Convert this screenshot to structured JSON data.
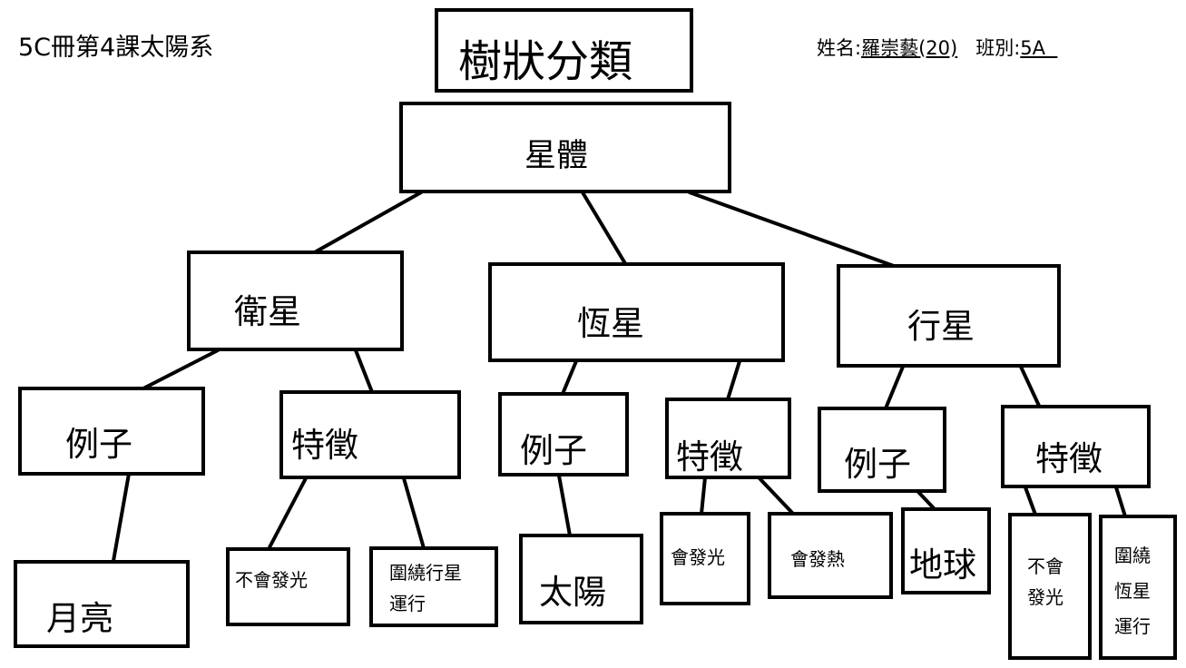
{
  "header": {
    "subtitle": "5C冊第4課太陽系",
    "title": "樹狀分類",
    "name_label": "姓名:",
    "name_value": "羅崇藝(20)",
    "class_label": "班別:",
    "class_value": "5A"
  },
  "tree": {
    "root": "星體",
    "satellite": {
      "label": "衛星",
      "example_label": "例子",
      "feature_label": "特徵",
      "example": "月亮",
      "features": [
        "不會發光",
        "圍繞行星\n運行"
      ]
    },
    "star": {
      "label": "恆星",
      "example_label": "例子",
      "feature_label": "特徵",
      "example": "太陽",
      "features": [
        "會發光",
        "會發熱"
      ]
    },
    "planet": {
      "label": "行星",
      "example_label": "例子",
      "feature_label": "特徵",
      "example": "地球",
      "features": [
        "不會\n發光",
        "圍繞\n恆星\n運行"
      ]
    }
  }
}
